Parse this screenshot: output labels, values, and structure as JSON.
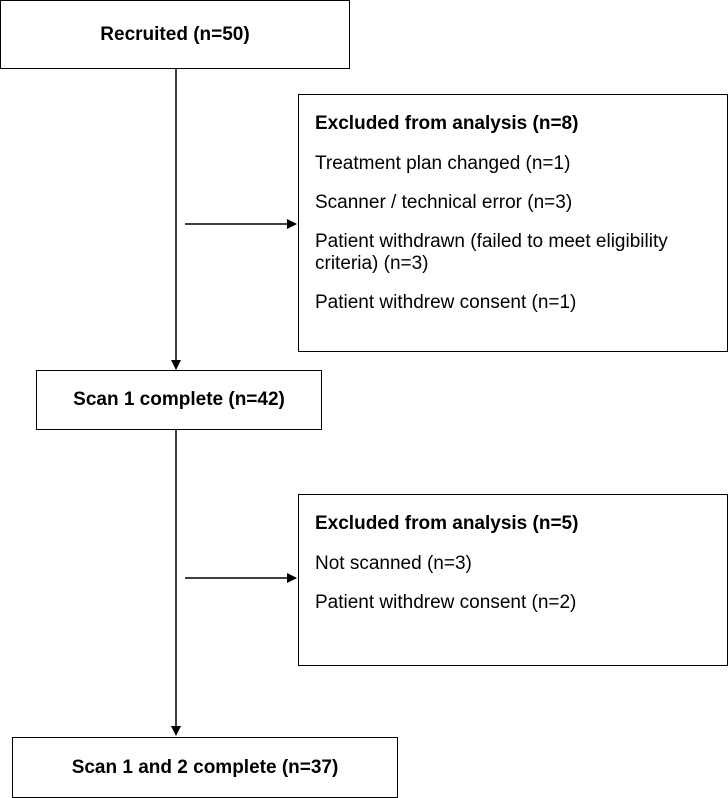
{
  "boxes": {
    "recruited": "Recruited (n=50)",
    "scan1": "Scan 1 complete (n=42)",
    "scan12": "Scan 1 and 2 complete (n=37)"
  },
  "exclusions": [
    {
      "title": "Excluded from analysis (n=8)",
      "items": [
        "Treatment plan changed (n=1)",
        "Scanner / technical error (n=3)",
        "Patient withdrawn (failed to meet eligibility criteria) (n=3)",
        "Patient withdrew consent (n=1)"
      ]
    },
    {
      "title": "Excluded from analysis (n=5)",
      "items": [
        "Not scanned (n=3)",
        "Patient withdrew consent (n=2)"
      ]
    }
  ]
}
